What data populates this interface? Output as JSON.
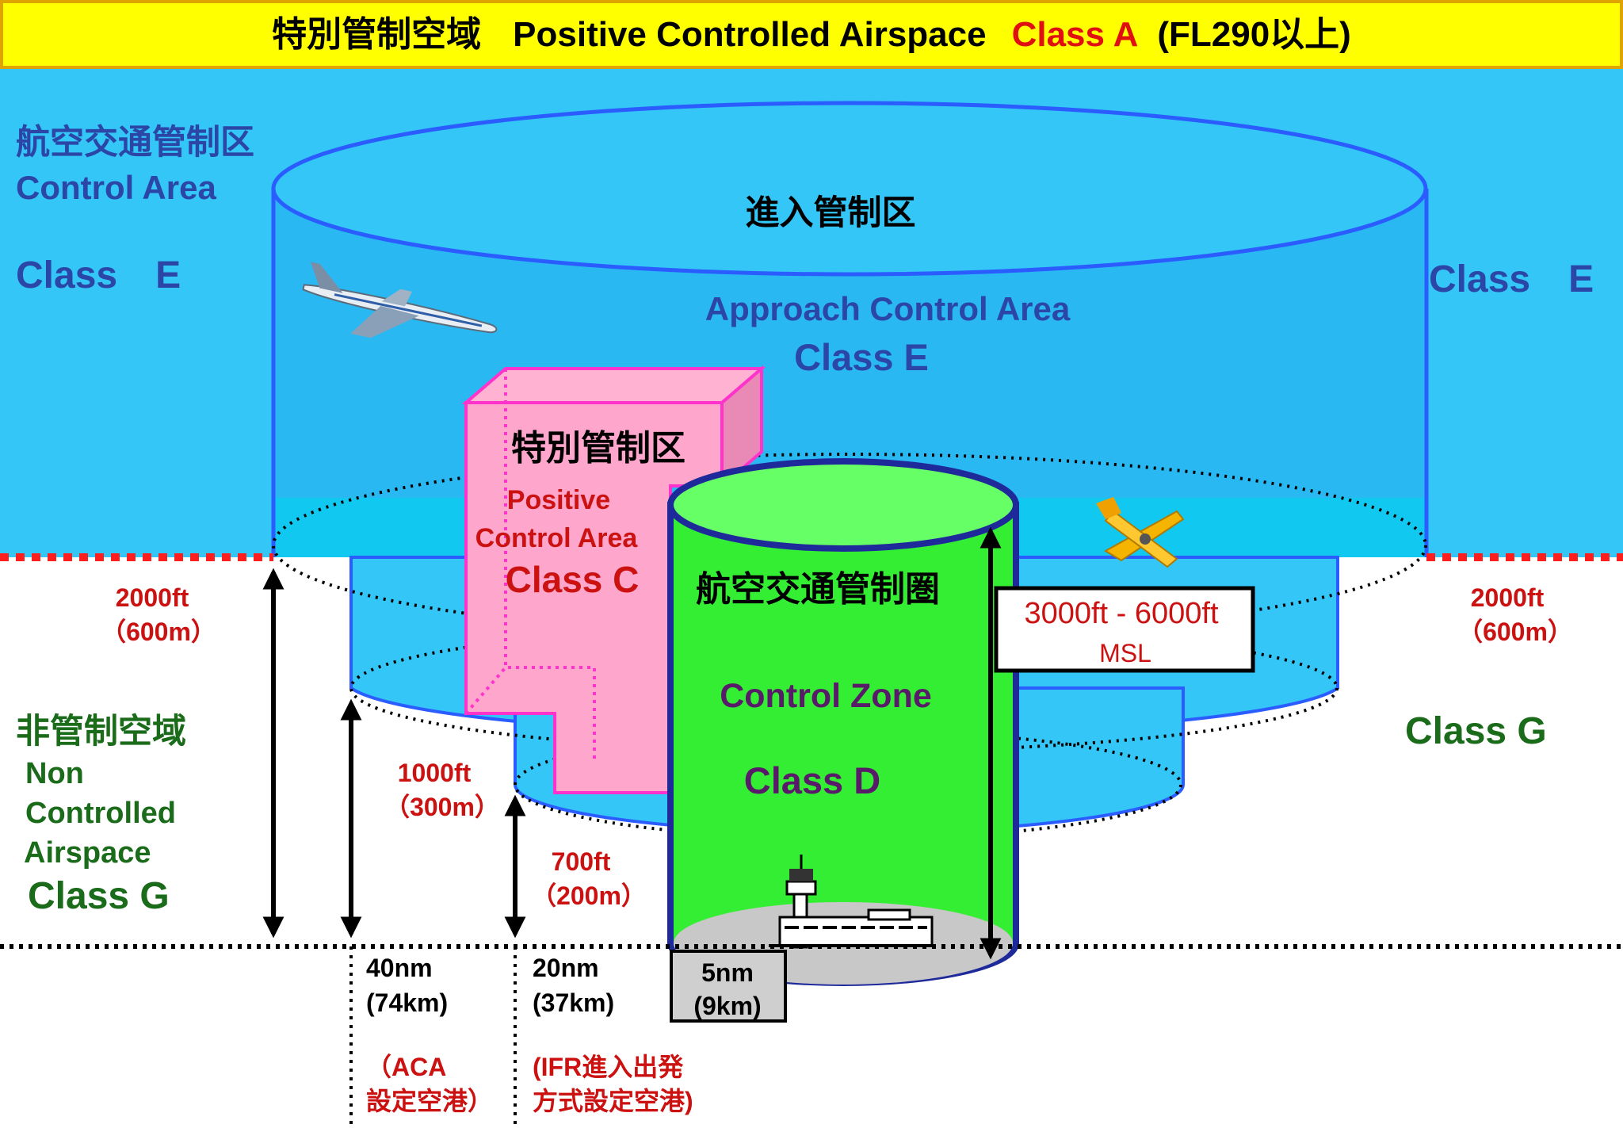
{
  "header": {
    "jp": "特別管制空域",
    "en": "Positive Controlled Airspace",
    "class": "Class A",
    "fl": "(FL290以上)"
  },
  "control_area": {
    "jp": "航空交通管制区",
    "en": "Control Area",
    "class_left": "Class　E",
    "class_right": "Class　E"
  },
  "approach_area": {
    "jp": "進入管制区",
    "en": "Approach Control Area",
    "class": "Class E"
  },
  "positive_area": {
    "jp": "特別管制区",
    "en1": "Positive",
    "en2": "Control Area",
    "class": "Class C"
  },
  "control_zone": {
    "jp": "航空交通管制圏",
    "en": "Control Zone",
    "class": "Class D",
    "height": "3000ft - 6000ft",
    "msl": "MSL"
  },
  "non_controlled": {
    "jp": "非管制空域",
    "en1": "Non",
    "en2": "Controlled",
    "en3": "Airspace",
    "class_left": "Class G",
    "class_right": "Class G"
  },
  "altitudes": {
    "a2000_left": "2000ft",
    "a2000_left_m": "（600m）",
    "a2000_right": "2000ft",
    "a2000_right_m": "（600m）",
    "a1000": "1000ft",
    "a1000_m": "（300m）",
    "a700": "700ft",
    "a700_m": "（200m）"
  },
  "distances": {
    "d40": "40nm",
    "d40_km": "(74km)",
    "d40_note1": "（ACA",
    "d40_note2": "設定空港）",
    "d20": "20nm",
    "d20_km": "(37km)",
    "d20_note1": "(IFR進入出発",
    "d20_note2": "方式設定空港)",
    "d5": "5nm",
    "d5_km": "(9km)"
  },
  "colors": {
    "header_bg": "#ffff00",
    "sky": "#33c6f7",
    "blue_text": "#2b46a6",
    "red_text": "#cc1111",
    "green_text": "#1a6b1a",
    "purple_text": "#5a1a6a",
    "zone_green": "#33ee33",
    "positive_pink": "#ffa6cc"
  }
}
